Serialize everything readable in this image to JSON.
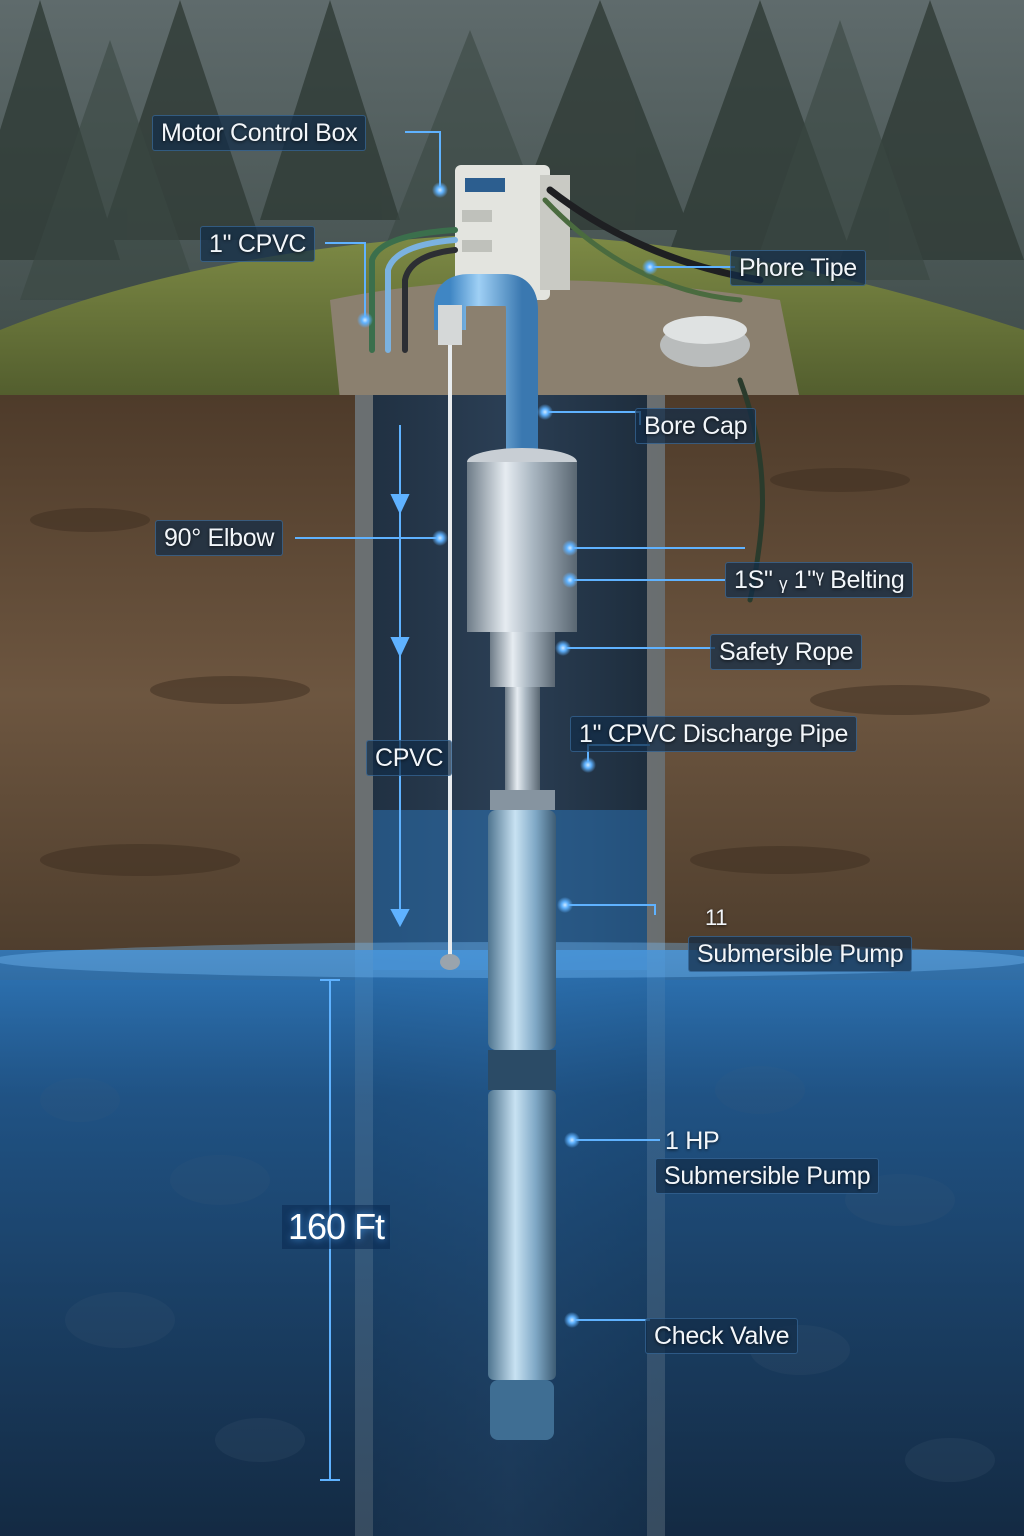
{
  "labels": {
    "motor_control_box": "Motor Control Box",
    "cpvc_1in": "1\" CPVC",
    "phore_tipe": "Phore Tipe",
    "bore_cap": "Bore Cap",
    "elbow_90": "90° Elbow",
    "belting": "1S\" ᵧ 1\"ᵞ Belting",
    "safety_rope": "Safety Rope",
    "cpvc_discharge": "1\" CPVC Discharge Pipe",
    "cpvc": "CPVC",
    "submersible_11_num": "11",
    "submersible_11_text": "Submersible Pump",
    "hp_1_num": "1 HP",
    "hp_1_text": "Submersible Pump",
    "check_valve": "Check Valve",
    "depth": "160 Ft"
  },
  "colors": {
    "accent": "#4aa8ff",
    "pipe": "#5aa9e6",
    "water": "#1f6fb8",
    "soil": "#5b4632",
    "grass": "#6b7a3a"
  }
}
